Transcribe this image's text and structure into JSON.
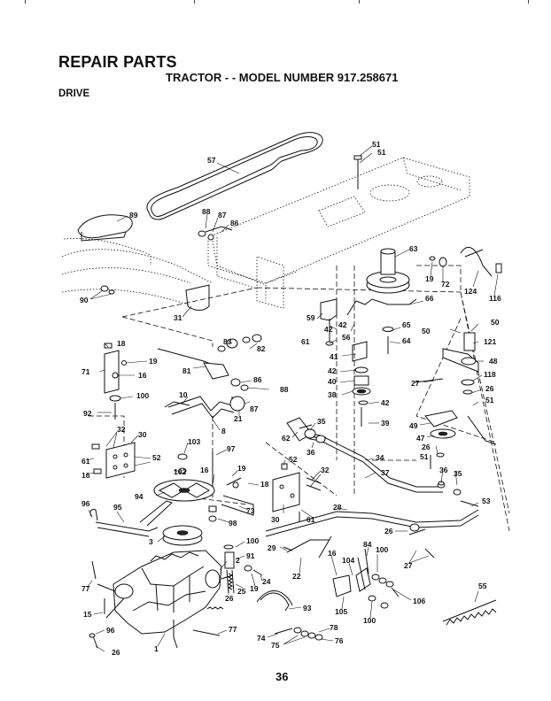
{
  "header": {
    "title": "REPAIR PARTS",
    "subtitle": "TRACTOR - - MODEL NUMBER 917.258671",
    "section": "DRIVE"
  },
  "footer": {
    "page_number": "36"
  },
  "callouts": [
    {
      "id": "c57",
      "text": "57"
    },
    {
      "id": "c51a",
      "text": "51"
    },
    {
      "id": "c51b",
      "text": "51"
    },
    {
      "id": "c89",
      "text": "89"
    },
    {
      "id": "c88a",
      "text": "88"
    },
    {
      "id": "c87a",
      "text": "87"
    },
    {
      "id": "c86a",
      "text": "86"
    },
    {
      "id": "c63",
      "text": "63"
    },
    {
      "id": "c19a",
      "text": "19"
    },
    {
      "id": "c72",
      "text": "72"
    },
    {
      "id": "c124",
      "text": "124"
    },
    {
      "id": "c116",
      "text": "116"
    },
    {
      "id": "c90",
      "text": "90"
    },
    {
      "id": "c31",
      "text": "31"
    },
    {
      "id": "c59",
      "text": "59"
    },
    {
      "id": "c66",
      "text": "66"
    },
    {
      "id": "c42a",
      "text": "42"
    },
    {
      "id": "c42b",
      "text": "42"
    },
    {
      "id": "c56",
      "text": "56"
    },
    {
      "id": "c61a",
      "text": "61"
    },
    {
      "id": "c65",
      "text": "65"
    },
    {
      "id": "c50a",
      "text": "50"
    },
    {
      "id": "c50b",
      "text": "50"
    },
    {
      "id": "c64",
      "text": "64"
    },
    {
      "id": "c121",
      "text": "121"
    },
    {
      "id": "c18a",
      "text": "18"
    },
    {
      "id": "c83",
      "text": "83"
    },
    {
      "id": "c82",
      "text": "82"
    },
    {
      "id": "c71",
      "text": "71"
    },
    {
      "id": "c19b",
      "text": "19"
    },
    {
      "id": "c81",
      "text": "81"
    },
    {
      "id": "c41",
      "text": "41"
    },
    {
      "id": "c48",
      "text": "48"
    },
    {
      "id": "c16a",
      "text": "16"
    },
    {
      "id": "c42c",
      "text": "42"
    },
    {
      "id": "c27a",
      "text": "27"
    },
    {
      "id": "c118",
      "text": "118"
    },
    {
      "id": "c86b",
      "text": "86"
    },
    {
      "id": "c40",
      "text": "40"
    },
    {
      "id": "c100a",
      "text": "100"
    },
    {
      "id": "c88b",
      "text": "88"
    },
    {
      "id": "c26a",
      "text": "26"
    },
    {
      "id": "c10",
      "text": "10"
    },
    {
      "id": "c87b",
      "text": "87"
    },
    {
      "id": "c38",
      "text": "38"
    },
    {
      "id": "c42d",
      "text": "42"
    },
    {
      "id": "c51c",
      "text": "51"
    },
    {
      "id": "c92",
      "text": "92"
    },
    {
      "id": "c21",
      "text": "21"
    },
    {
      "id": "c39",
      "text": "39"
    },
    {
      "id": "c8",
      "text": "8"
    },
    {
      "id": "c35a",
      "text": "35"
    },
    {
      "id": "c49",
      "text": "49"
    },
    {
      "id": "c32a",
      "text": "32"
    },
    {
      "id": "c30a",
      "text": "30"
    },
    {
      "id": "c103",
      "text": "103"
    },
    {
      "id": "c62",
      "text": "62"
    },
    {
      "id": "c47",
      "text": "47"
    },
    {
      "id": "c26b",
      "text": "26"
    },
    {
      "id": "c97",
      "text": "97"
    },
    {
      "id": "c36a",
      "text": "36"
    },
    {
      "id": "c51d",
      "text": "51"
    },
    {
      "id": "c61b",
      "text": "61"
    },
    {
      "id": "c52a",
      "text": "52"
    },
    {
      "id": "c34",
      "text": "34"
    },
    {
      "id": "c102",
      "text": "102"
    },
    {
      "id": "c16b",
      "text": "16"
    },
    {
      "id": "c52b",
      "text": "52"
    },
    {
      "id": "c19c",
      "text": "19"
    },
    {
      "id": "c32b",
      "text": "32"
    },
    {
      "id": "c37",
      "text": "37"
    },
    {
      "id": "c16c",
      "text": "16"
    },
    {
      "id": "c18b",
      "text": "18"
    },
    {
      "id": "c36b",
      "text": "36"
    },
    {
      "id": "c35b",
      "text": "35"
    },
    {
      "id": "c94",
      "text": "94"
    },
    {
      "id": "c73",
      "text": "73"
    },
    {
      "id": "c30b",
      "text": "30"
    },
    {
      "id": "c61c",
      "text": "61"
    },
    {
      "id": "c53",
      "text": "53"
    },
    {
      "id": "c96a",
      "text": "96"
    },
    {
      "id": "c95",
      "text": "95"
    },
    {
      "id": "c98",
      "text": "98"
    },
    {
      "id": "c28",
      "text": "28"
    },
    {
      "id": "c26c",
      "text": "26"
    },
    {
      "id": "c3",
      "text": "3"
    },
    {
      "id": "c100b",
      "text": "100"
    },
    {
      "id": "c29",
      "text": "29"
    },
    {
      "id": "c84",
      "text": "84"
    },
    {
      "id": "c91",
      "text": "91"
    },
    {
      "id": "c16d",
      "text": "16"
    },
    {
      "id": "c104",
      "text": "104"
    },
    {
      "id": "c100c",
      "text": "100"
    },
    {
      "id": "c27b",
      "text": "27"
    },
    {
      "id": "c2",
      "text": "2"
    },
    {
      "id": "c22",
      "text": "22"
    },
    {
      "id": "c77a",
      "text": "77"
    },
    {
      "id": "c19d",
      "text": "19"
    },
    {
      "id": "c24",
      "text": "24"
    },
    {
      "id": "c26d",
      "text": "26"
    },
    {
      "id": "c25",
      "text": "25"
    },
    {
      "id": "c55",
      "text": "55"
    },
    {
      "id": "c106",
      "text": "106"
    },
    {
      "id": "c93",
      "text": "93"
    },
    {
      "id": "c105",
      "text": "105"
    },
    {
      "id": "c15",
      "text": "15"
    },
    {
      "id": "c100d",
      "text": "100"
    },
    {
      "id": "c96b",
      "text": "96"
    },
    {
      "id": "c77b",
      "text": "77"
    },
    {
      "id": "c78",
      "text": "78"
    },
    {
      "id": "c74",
      "text": "74"
    },
    {
      "id": "c75",
      "text": "75"
    },
    {
      "id": "c76",
      "text": "76"
    },
    {
      "id": "c26e",
      "text": "26"
    },
    {
      "id": "c1",
      "text": "1"
    }
  ]
}
